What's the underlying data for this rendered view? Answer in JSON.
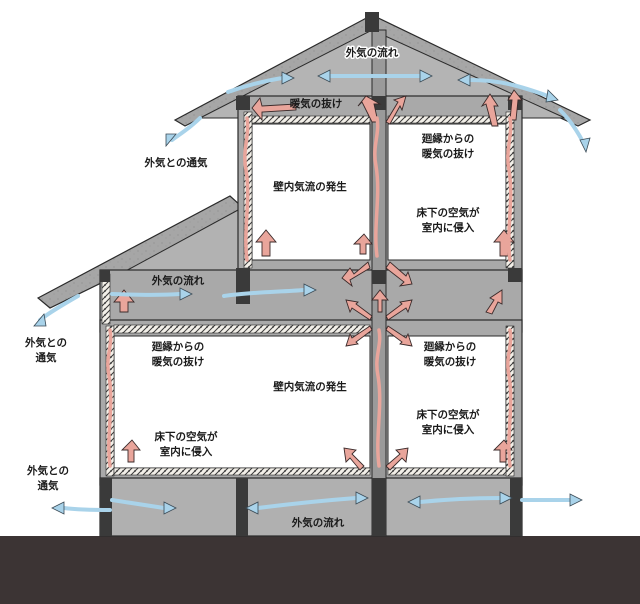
{
  "labels": {
    "roof_outside_flow": "外気の流れ",
    "warm_air_exit": "暖気の抜け",
    "left_outside_vent_upper": "外気との通気",
    "upper_wall_flow": "壁内気流の発生",
    "upper_right_perimeter_line1": "廻縁からの",
    "upper_right_perimeter_line2": "暖気の抜け",
    "upper_right_underfloor_line1": "床下の空気が",
    "upper_right_underfloor_line2": "室内に侵入",
    "mid_outside_flow": "外気の流れ",
    "left_outside_vent_mid_line1": "外気との",
    "left_outside_vent_mid_line2": "通気",
    "lower_left_perimeter_line1": "廻縁からの",
    "lower_left_perimeter_line2": "暖気の抜け",
    "lower_wall_flow": "壁内気流の発生",
    "lower_right_perimeter_line1": "廻縁からの",
    "lower_right_perimeter_line2": "暖気の抜け",
    "lower_right_underfloor_line1": "床下の空気が",
    "lower_right_underfloor_line2": "室内に侵入",
    "lower_left_underfloor_line1": "床下の空気が",
    "lower_left_underfloor_line2": "室内に侵入",
    "left_outside_vent_low_line1": "外気との",
    "left_outside_vent_low_line2": "通気",
    "underfloor_outside_flow": "外気の流れ"
  },
  "colors": {
    "wall_fill": "#a8a8a8",
    "roof_fill": "#a0a0a0",
    "ground": "#3c3434",
    "room": "#ffffff",
    "warm_arrow": "#e9a59b",
    "cool_arrow": "#a9d3ea",
    "outline": "#2a2a2a"
  }
}
